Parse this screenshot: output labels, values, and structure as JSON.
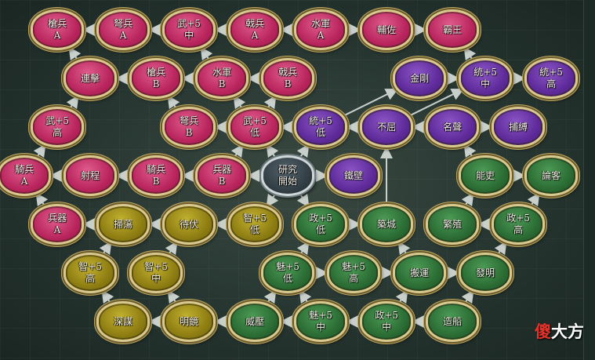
{
  "colors": {
    "military": "#b8245c",
    "command": "#5e2a99",
    "politics": "#2a6b33",
    "intellect": "#8c7c12",
    "start": "#2e3a40",
    "arrow": "#c9d0cc"
  },
  "watermark": {
    "first": "傻",
    "rest": "大方"
  },
  "nodes": [
    {
      "id": "n1",
      "c": "pink",
      "l1": "槍兵",
      "l2": "A"
    },
    {
      "id": "n2",
      "c": "pink",
      "l1": "弩兵",
      "l2": "A"
    },
    {
      "id": "n3",
      "c": "pink",
      "l1": "武+5",
      "l2": "中"
    },
    {
      "id": "n4",
      "c": "pink",
      "l1": "戟兵",
      "l2": "A"
    },
    {
      "id": "n5",
      "c": "pink",
      "l1": "水軍",
      "l2": "A"
    },
    {
      "id": "n6",
      "c": "pink",
      "l1": "輔佐",
      "l2": ""
    },
    {
      "id": "n7",
      "c": "pink",
      "l1": "霸王",
      "l2": ""
    },
    {
      "id": "n8",
      "c": "pink",
      "l1": "連擊",
      "l2": ""
    },
    {
      "id": "n9",
      "c": "pink",
      "l1": "槍兵",
      "l2": "B"
    },
    {
      "id": "n10",
      "c": "pink",
      "l1": "水軍",
      "l2": "B"
    },
    {
      "id": "n11",
      "c": "pink",
      "l1": "戟兵",
      "l2": "B"
    },
    {
      "id": "n12",
      "c": "purple",
      "l1": "金剛",
      "l2": ""
    },
    {
      "id": "n13",
      "c": "purple",
      "l1": "統+5",
      "l2": "中"
    },
    {
      "id": "n14",
      "c": "purple",
      "l1": "統+5",
      "l2": "高"
    },
    {
      "id": "n15",
      "c": "pink",
      "l1": "武+5",
      "l2": "高"
    },
    {
      "id": "n16",
      "c": "pink",
      "l1": "弩兵",
      "l2": "B"
    },
    {
      "id": "n17",
      "c": "pink",
      "l1": "武+5",
      "l2": "低"
    },
    {
      "id": "n18",
      "c": "purple",
      "l1": "統+5",
      "l2": "低"
    },
    {
      "id": "n19",
      "c": "purple",
      "l1": "不屈",
      "l2": ""
    },
    {
      "id": "n20",
      "c": "purple",
      "l1": "名聲",
      "l2": ""
    },
    {
      "id": "n21",
      "c": "purple",
      "l1": "捕縛",
      "l2": ""
    },
    {
      "id": "n22",
      "c": "pink",
      "l1": "騎兵",
      "l2": "A"
    },
    {
      "id": "n23",
      "c": "pink",
      "l1": "射程",
      "l2": ""
    },
    {
      "id": "n24",
      "c": "pink",
      "l1": "騎兵",
      "l2": "B"
    },
    {
      "id": "n25",
      "c": "pink",
      "l1": "兵器",
      "l2": "B"
    },
    {
      "id": "n26",
      "c": "start",
      "l1": "研究",
      "l2": "開始"
    },
    {
      "id": "n27",
      "c": "purple",
      "l1": "鐵壁",
      "l2": ""
    },
    {
      "id": "n28",
      "c": "green",
      "l1": "能吏",
      "l2": ""
    },
    {
      "id": "n29",
      "c": "green",
      "l1": "論客",
      "l2": ""
    },
    {
      "id": "n30",
      "c": "pink",
      "l1": "兵器",
      "l2": "A"
    },
    {
      "id": "n31",
      "c": "olive",
      "l1": "掃蕩",
      "l2": ""
    },
    {
      "id": "n32",
      "c": "olive",
      "l1": "待伏",
      "l2": ""
    },
    {
      "id": "n33",
      "c": "olive",
      "l1": "智+5",
      "l2": "低"
    },
    {
      "id": "n34",
      "c": "green",
      "l1": "政+5",
      "l2": "低"
    },
    {
      "id": "n35",
      "c": "green",
      "l1": "築城",
      "l2": ""
    },
    {
      "id": "n36",
      "c": "green",
      "l1": "繁殖",
      "l2": ""
    },
    {
      "id": "n37",
      "c": "green",
      "l1": "政+5",
      "l2": "高"
    },
    {
      "id": "n38",
      "c": "olive",
      "l1": "智+5",
      "l2": "高"
    },
    {
      "id": "n39",
      "c": "olive",
      "l1": "智+5",
      "l2": "中"
    },
    {
      "id": "n40",
      "c": "green",
      "l1": "魅+5",
      "l2": "低"
    },
    {
      "id": "n41",
      "c": "green",
      "l1": "魅+5",
      "l2": "高"
    },
    {
      "id": "n42",
      "c": "green",
      "l1": "搬運",
      "l2": ""
    },
    {
      "id": "n43",
      "c": "green",
      "l1": "發明",
      "l2": ""
    },
    {
      "id": "n44",
      "c": "olive",
      "l1": "深謀",
      "l2": ""
    },
    {
      "id": "n45",
      "c": "olive",
      "l1": "明鏡",
      "l2": ""
    },
    {
      "id": "n46",
      "c": "green",
      "l1": "威壓",
      "l2": ""
    },
    {
      "id": "n47",
      "c": "green",
      "l1": "魅+5",
      "l2": "中"
    },
    {
      "id": "n48",
      "c": "green",
      "l1": "政+5",
      "l2": "中"
    },
    {
      "id": "n49",
      "c": "green",
      "l1": "造船",
      "l2": ""
    }
  ],
  "edges": [
    [
      "n2",
      "n1"
    ],
    [
      "n3",
      "n2"
    ],
    [
      "n4",
      "n3"
    ],
    [
      "n5",
      "n4"
    ],
    [
      "n5",
      "n6"
    ],
    [
      "n6",
      "n7"
    ],
    [
      "n8",
      "n1"
    ],
    [
      "n9",
      "n8"
    ],
    [
      "n10",
      "n3"
    ],
    [
      "n10",
      "n9"
    ],
    [
      "n11",
      "n10"
    ],
    [
      "n12",
      "n13"
    ],
    [
      "n13",
      "n14"
    ],
    [
      "n13",
      "n7"
    ],
    [
      "n15",
      "n8"
    ],
    [
      "n16",
      "n9"
    ],
    [
      "n17",
      "n16"
    ],
    [
      "n17",
      "n10"
    ],
    [
      "n17",
      "n11"
    ],
    [
      "n18",
      "n17"
    ],
    [
      "n18",
      "n12"
    ],
    [
      "n19",
      "n18"
    ],
    [
      "n19",
      "n13"
    ],
    [
      "n20",
      "n19"
    ],
    [
      "n20",
      "n21"
    ],
    [
      "n22",
      "n15"
    ],
    [
      "n23",
      "n22"
    ],
    [
      "n24",
      "n23"
    ],
    [
      "n25",
      "n24"
    ],
    [
      "n25",
      "n17"
    ],
    [
      "n26",
      "n25"
    ],
    [
      "n26",
      "n17"
    ],
    [
      "n26",
      "n18"
    ],
    [
      "n26",
      "n27"
    ],
    [
      "n26",
      "n33"
    ],
    [
      "n26",
      "n34"
    ],
    [
      "n28",
      "n20"
    ],
    [
      "n28",
      "n29"
    ],
    [
      "n30",
      "n22"
    ],
    [
      "n31",
      "n30"
    ],
    [
      "n32",
      "n31"
    ],
    [
      "n33",
      "n32"
    ],
    [
      "n34",
      "n35"
    ],
    [
      "n35",
      "n19"
    ],
    [
      "n36",
      "n28"
    ],
    [
      "n37",
      "n36"
    ],
    [
      "n37",
      "n29"
    ],
    [
      "n38",
      "n31"
    ],
    [
      "n39",
      "n32"
    ],
    [
      "n40",
      "n34"
    ],
    [
      "n40",
      "n41"
    ],
    [
      "n41",
      "n42"
    ],
    [
      "n42",
      "n35"
    ],
    [
      "n42",
      "n43"
    ],
    [
      "n43",
      "n37"
    ],
    [
      "n44",
      "n38"
    ],
    [
      "n45",
      "n44"
    ],
    [
      "n45",
      "n39"
    ],
    [
      "n46",
      "n45"
    ],
    [
      "n46",
      "n40"
    ],
    [
      "n47",
      "n46"
    ],
    [
      "n47",
      "n40"
    ],
    [
      "n48",
      "n47"
    ],
    [
      "n48",
      "n42"
    ],
    [
      "n49",
      "n48"
    ],
    [
      "n49",
      "n43"
    ]
  ]
}
